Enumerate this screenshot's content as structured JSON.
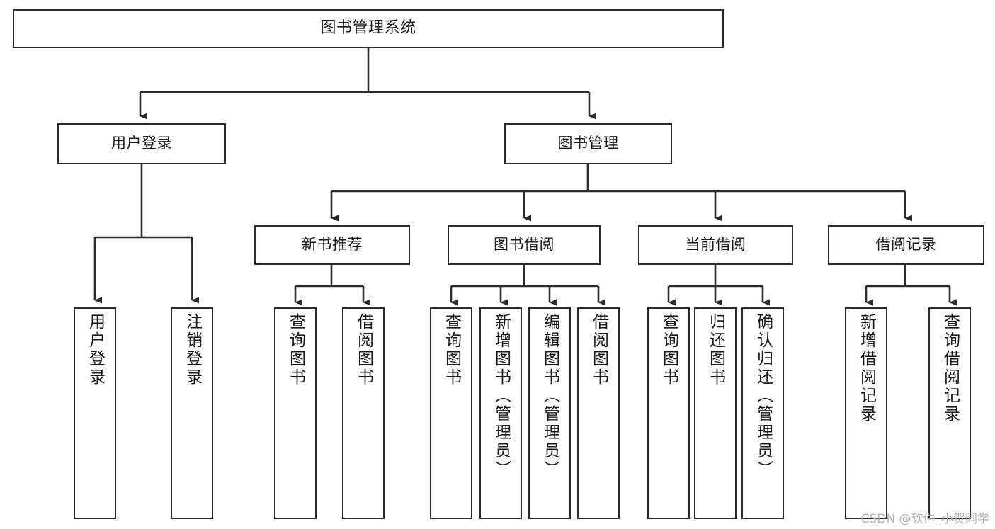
{
  "diagram": {
    "title": "图书管理系统",
    "type": "hierarchy-tree",
    "root": {
      "id": "root",
      "label": "图书管理系统"
    },
    "level1": [
      {
        "id": "user-login",
        "label": "用户登录"
      },
      {
        "id": "book-manage",
        "label": "图书管理"
      }
    ],
    "level2": [
      {
        "id": "new-book-recommend",
        "label": "新书推荐",
        "parent": "book-manage"
      },
      {
        "id": "book-borrow",
        "label": "图书借阅",
        "parent": "book-manage"
      },
      {
        "id": "current-borrow",
        "label": "当前借阅",
        "parent": "book-manage"
      },
      {
        "id": "borrow-record",
        "label": "借阅记录",
        "parent": "book-manage"
      }
    ],
    "leaves": [
      {
        "id": "leaf-user-login",
        "label": "用户登录",
        "parent": "user-login"
      },
      {
        "id": "leaf-logout-login",
        "label": "注销登录",
        "parent": "user-login"
      },
      {
        "id": "leaf-query-book-1",
        "label": "查询图书",
        "parent": "new-book-recommend"
      },
      {
        "id": "leaf-borrow-book-1",
        "label": "借阅图书",
        "parent": "new-book-recommend"
      },
      {
        "id": "leaf-query-book-2",
        "label": "查询图书",
        "parent": "book-borrow"
      },
      {
        "id": "leaf-add-book",
        "label": "新增图书（管理员）",
        "parent": "book-borrow"
      },
      {
        "id": "leaf-edit-book",
        "label": "编辑图书（管理员）",
        "parent": "book-borrow"
      },
      {
        "id": "leaf-borrow-book-2",
        "label": "借阅图书",
        "parent": "book-borrow"
      },
      {
        "id": "leaf-query-book-3",
        "label": "查询图书",
        "parent": "current-borrow"
      },
      {
        "id": "leaf-return-book",
        "label": "归还图书",
        "parent": "current-borrow"
      },
      {
        "id": "leaf-confirm-return",
        "label": "确认归还（管理员）",
        "parent": "current-borrow"
      },
      {
        "id": "leaf-add-record",
        "label": "新增借阅记录",
        "parent": "borrow-record"
      },
      {
        "id": "leaf-query-record",
        "label": "查询借阅记录",
        "parent": "borrow-record"
      }
    ]
  },
  "watermark": {
    "text": "CSDN @软件_小贺同学"
  },
  "colors": {
    "stroke": "#2b2b2b",
    "fill": "#ffffff",
    "text": "#1a1a1a",
    "watermark": "#b4b4b4"
  }
}
